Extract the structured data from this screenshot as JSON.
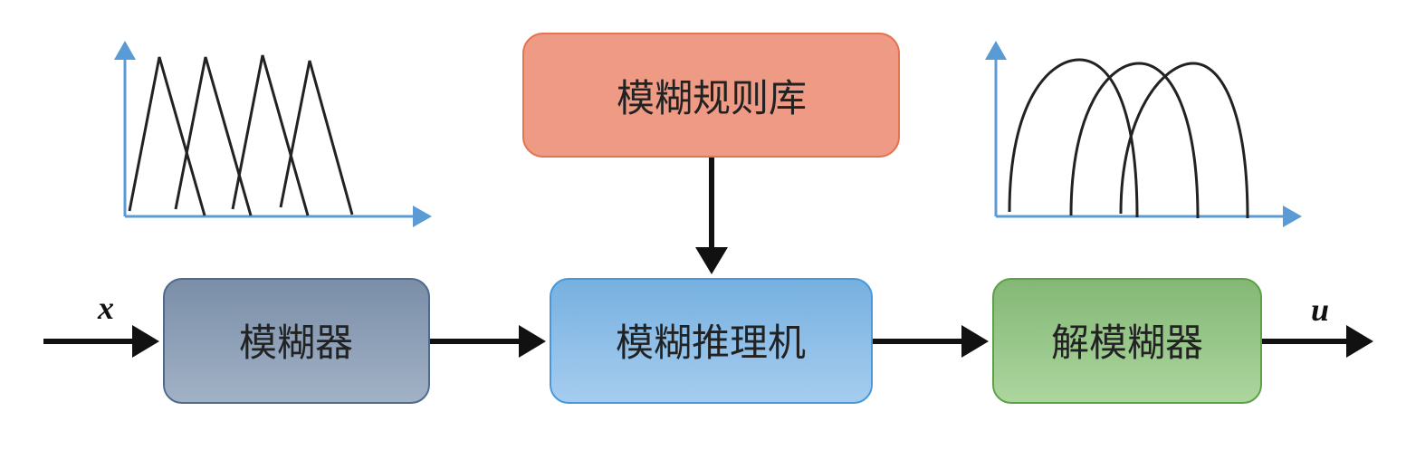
{
  "blocks": {
    "rule_base": {
      "label": "模糊规则库",
      "color": "#EE9A84"
    },
    "fuzzifier": {
      "label": "模糊器",
      "color": "#8597AF"
    },
    "inference": {
      "label": "模糊推理机",
      "color": "#86B9E4"
    },
    "defuzzifier": {
      "label": "解模糊器",
      "color": "#93C285"
    }
  },
  "signals": {
    "input": "x",
    "output": "u"
  },
  "membership_plots": {
    "input": {
      "shape": "triangular",
      "count": 4
    },
    "output": {
      "shape": "arc",
      "count": 3
    }
  },
  "colors": {
    "axis": "#5B9BD5",
    "arrow": "#111111"
  }
}
